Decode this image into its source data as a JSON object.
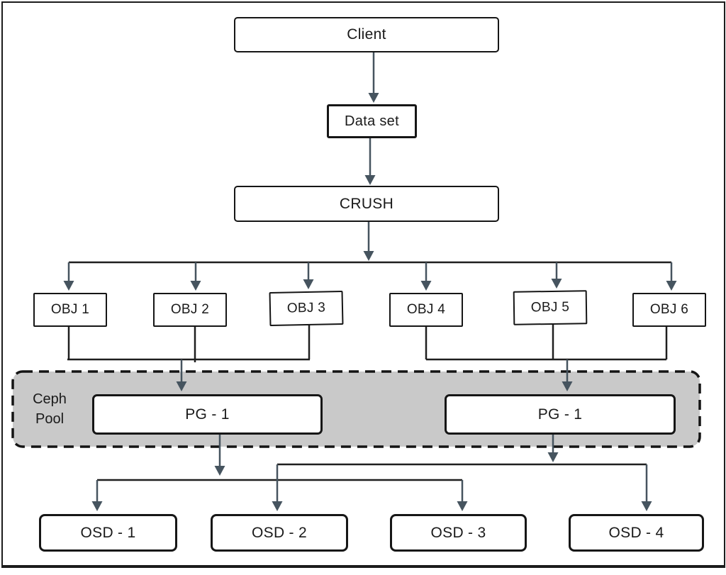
{
  "nodes": {
    "client": {
      "label": "Client"
    },
    "dataset": {
      "label": "Data set"
    },
    "crush": {
      "label": "CRUSH"
    },
    "obj": [
      {
        "label": "OBJ 1"
      },
      {
        "label": "OBJ 2"
      },
      {
        "label": "OBJ 3"
      },
      {
        "label": "OBJ 4"
      },
      {
        "label": "OBJ 5"
      },
      {
        "label": "OBJ 6"
      }
    ],
    "pool": {
      "label_line1": "Ceph",
      "label_line2": "Pool"
    },
    "pg": [
      {
        "label": "PG - 1"
      },
      {
        "label": "PG - 1"
      }
    ],
    "osd": [
      {
        "label": "OSD - 1"
      },
      {
        "label": "OSD - 2"
      },
      {
        "label": "OSD - 3"
      },
      {
        "label": "OSD - 4"
      }
    ]
  },
  "edges": [
    {
      "from": "Client",
      "to": "Data set"
    },
    {
      "from": "Data set",
      "to": "CRUSH"
    },
    {
      "from": "CRUSH",
      "to": "OBJ 1"
    },
    {
      "from": "CRUSH",
      "to": "OBJ 2"
    },
    {
      "from": "CRUSH",
      "to": "OBJ 3"
    },
    {
      "from": "CRUSH",
      "to": "OBJ 4"
    },
    {
      "from": "CRUSH",
      "to": "OBJ 5"
    },
    {
      "from": "CRUSH",
      "to": "OBJ 6"
    },
    {
      "from": "OBJ 1",
      "to": "PG - 1 (left)"
    },
    {
      "from": "OBJ 2",
      "to": "PG - 1 (left)"
    },
    {
      "from": "OBJ 3",
      "to": "PG - 1 (left)"
    },
    {
      "from": "OBJ 4",
      "to": "PG - 1 (right)"
    },
    {
      "from": "OBJ 5",
      "to": "PG - 1 (right)"
    },
    {
      "from": "OBJ 6",
      "to": "PG - 1 (right)"
    },
    {
      "from": "PG - 1 (left)",
      "to": "OSD - 1"
    },
    {
      "from": "PG - 1 (left)",
      "to": "OSD - 3"
    },
    {
      "from": "PG - 1 (right)",
      "to": "OSD - 2"
    },
    {
      "from": "PG - 1 (right)",
      "to": "OSD - 4"
    }
  ],
  "colors": {
    "arrow_slate": "#46545f",
    "line_black": "#1f1f1f",
    "box_border": "#161616",
    "pool_fill": "#c9c9c9",
    "background": "#ffffff"
  }
}
